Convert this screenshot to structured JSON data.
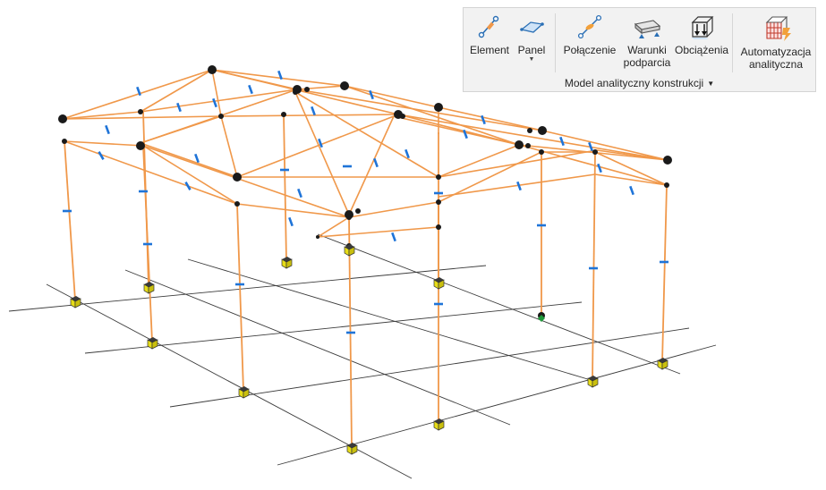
{
  "ribbon": {
    "buttons": [
      {
        "id": "element",
        "label": "Element",
        "icon": "analytical-member-icon"
      },
      {
        "id": "panel",
        "label": "Panel",
        "icon": "analytical-panel-icon",
        "dropdown": true
      },
      {
        "id": "connection",
        "label": "Połączenie",
        "icon": "analytical-connection-icon"
      },
      {
        "id": "boundary",
        "label": "Warunki podparcia",
        "line1": "Warunki",
        "line2": "podparcia",
        "icon": "boundary-conditions-icon"
      },
      {
        "id": "loads",
        "label": "Obciążenia",
        "icon": "loads-icon"
      },
      {
        "id": "automation",
        "label": "Automatyzacja analityczna",
        "line1": "Automatyzacja",
        "line2": "analityczna",
        "icon": "analytical-automation-icon"
      }
    ],
    "group_label": "Model analityczny konstrukcji"
  },
  "colors": {
    "member": "#f0984a",
    "grid": "#3c3c3c",
    "node": "#1a1a1a",
    "support": "#e6dc18",
    "support_fixed": "#1f9a3a",
    "release": "#1f74d8",
    "ribbon_bg": "#f2f2f2",
    "icon_blue": "#2a6fb5",
    "icon_orange": "#f2a03a"
  }
}
